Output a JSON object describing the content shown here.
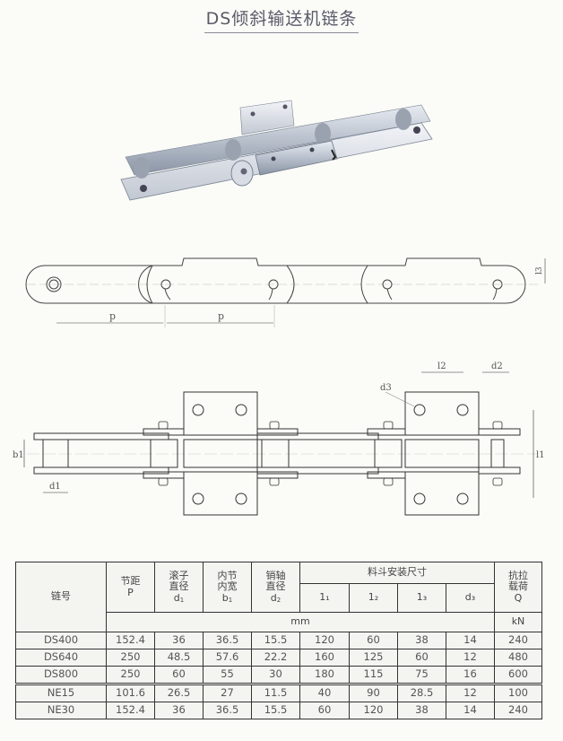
{
  "title": "DS倾斜输送机链条",
  "photo": {
    "description": "stainless steel inclined conveyor chain with attachment plates"
  },
  "side_view": {
    "labels": {
      "pitch_left": "p",
      "pitch_right": "p",
      "l3": "l3"
    }
  },
  "top_view": {
    "labels": {
      "b1": "b1",
      "d1": "d1",
      "l2": "l2",
      "d2": "d2",
      "d3": "d3",
      "l1": "l1"
    }
  },
  "table": {
    "headers": {
      "chain_no": "链号",
      "pitch": [
        "节距",
        "P"
      ],
      "roller_dia": [
        "滚子",
        "直径",
        "d1"
      ],
      "inner_width": [
        "内节",
        "内宽",
        "b1"
      ],
      "pin_dia": [
        "销轴",
        "直径",
        "d2"
      ],
      "bucket_group": "料斗安装尺寸",
      "l1": "1₁",
      "l2": "1₂",
      "l3": "1₃",
      "d3": "d₃",
      "tensile": [
        "抗拉",
        "载荷",
        "Q"
      ],
      "unit_mm": "mm",
      "unit_kn": "kN"
    },
    "rows_ds": [
      {
        "chain": "DS400",
        "p": "152.4",
        "d1": "36",
        "b1": "36.5",
        "d2": "15.5",
        "l1": "120",
        "l2": "60",
        "l3": "38",
        "d3": "14",
        "q": "240"
      },
      {
        "chain": "DS640",
        "p": "250",
        "d1": "48.5",
        "b1": "57.6",
        "d2": "22.2",
        "l1": "160",
        "l2": "125",
        "l3": "60",
        "d3": "12",
        "q": "480"
      },
      {
        "chain": "DS800",
        "p": "250",
        "d1": "60",
        "b1": "55",
        "d2": "30",
        "l1": "180",
        "l2": "115",
        "l3": "75",
        "d3": "16",
        "q": "600"
      }
    ],
    "rows_ne": [
      {
        "chain": "NE15",
        "p": "101.6",
        "d1": "26.5",
        "b1": "27",
        "d2": "11.5",
        "l1": "40",
        "l2": "90",
        "l3": "28.5",
        "d3": "12",
        "q": "100"
      },
      {
        "chain": "NE30",
        "p": "152.4",
        "d1": "36",
        "b1": "36.5",
        "d2": "15.5",
        "l1": "60",
        "l2": "120",
        "l3": "38",
        "d3": "14",
        "q": "240"
      }
    ]
  }
}
